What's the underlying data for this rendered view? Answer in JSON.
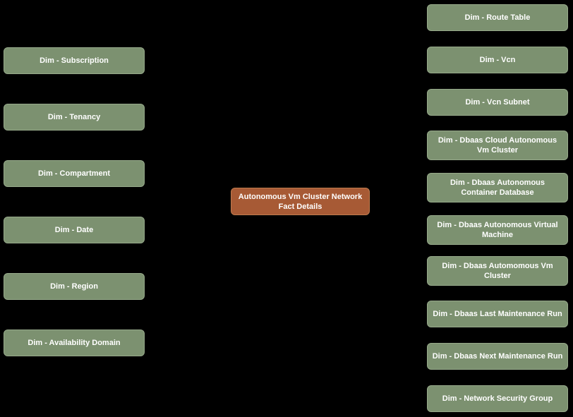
{
  "diagram": {
    "type": "star-schema-data-model",
    "colors": {
      "background": "#000000",
      "dimension_fill": "#7c9170",
      "dimension_border": "#96a98a",
      "fact_fill": "#a75a35",
      "fact_border": "#bf7b4e",
      "text": "#ffffff"
    },
    "fact": {
      "label": "Autonomous Vm Cluster Network Fact Details"
    },
    "left_dimensions": [
      {
        "label": "Dim - Subscription"
      },
      {
        "label": "Dim - Tenancy"
      },
      {
        "label": "Dim - Compartment"
      },
      {
        "label": "Dim - Date"
      },
      {
        "label": "Dim - Region"
      },
      {
        "label": "Dim - Availability Domain"
      }
    ],
    "right_dimensions": [
      {
        "label": "Dim - Route Table"
      },
      {
        "label": "Dim - Vcn"
      },
      {
        "label": "Dim - Vcn Subnet"
      },
      {
        "label": "Dim - Dbaas Cloud Autonomous Vm Cluster"
      },
      {
        "label": "Dim - Dbaas Autonomous Container Database"
      },
      {
        "label": "Dim - Dbaas Autonomous Virtual Machine"
      },
      {
        "label": "Dim - Dbaas Automomous Vm Cluster"
      },
      {
        "label": "Dim - Dbaas Last Maintenance Run"
      },
      {
        "label": "Dim - Dbaas Next Maintenance Run"
      },
      {
        "label": "Dim - Network Security Group"
      }
    ]
  }
}
